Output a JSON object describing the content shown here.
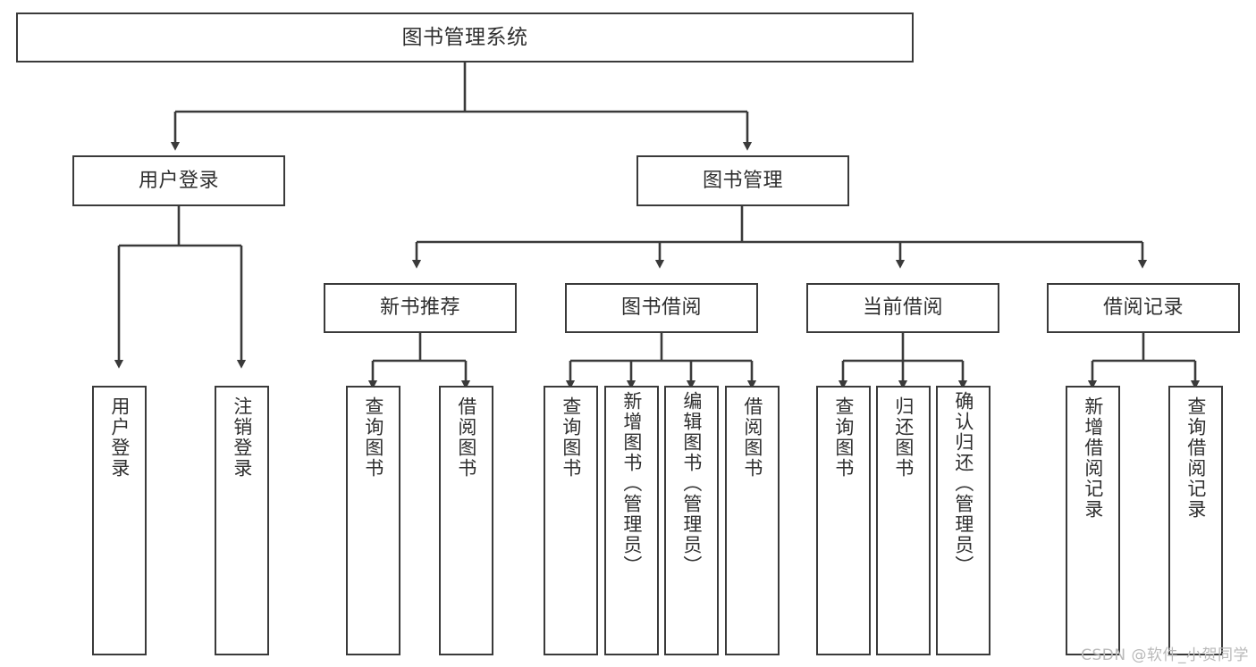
{
  "diagram": {
    "title": "图书管理系统",
    "type": "tree-hierarchy-chart",
    "background_color": "#ffffff",
    "stroke_color": "#3a3a3a",
    "text_color": "#2f2f2f",
    "watermark": "CSDN @软件_小贺同学"
  },
  "nodes": {
    "root": {
      "label": "图书管理系统"
    },
    "level2": [
      {
        "id": "user-login",
        "label": "用户登录"
      },
      {
        "id": "book-management",
        "label": "图书管理"
      }
    ],
    "level3": [
      {
        "id": "new-book-recommend",
        "label": "新书推荐"
      },
      {
        "id": "book-borrow",
        "label": "图书借阅"
      },
      {
        "id": "current-borrow",
        "label": "当前借阅"
      },
      {
        "id": "borrow-record",
        "label": "借阅记录"
      }
    ],
    "leaves": {
      "user_login": [
        {
          "id": "leaf-user-login",
          "label": "用户登录"
        },
        {
          "id": "leaf-logout-login",
          "label": "注销登录"
        }
      ],
      "new_book_recommend": [
        {
          "id": "leaf-query-book-1",
          "label": "查询图书"
        },
        {
          "id": "leaf-borrow-book-1",
          "label": "借阅图书"
        }
      ],
      "book_borrow": [
        {
          "id": "leaf-query-book-2",
          "label": "查询图书"
        },
        {
          "id": "leaf-add-book-admin",
          "label": "新增图书（管理员）"
        },
        {
          "id": "leaf-edit-book-admin",
          "label": "编辑图书（管理员）"
        },
        {
          "id": "leaf-borrow-book-2",
          "label": "借阅图书"
        }
      ],
      "current_borrow": [
        {
          "id": "leaf-query-book-3",
          "label": "查询图书"
        },
        {
          "id": "leaf-return-book",
          "label": "归还图书"
        },
        {
          "id": "leaf-confirm-return-admin",
          "label": "确认归还（管理员）"
        }
      ],
      "borrow_record": [
        {
          "id": "leaf-add-borrow-record",
          "label": "新增借阅记录"
        },
        {
          "id": "leaf-query-borrow-record",
          "label": "查询借阅记录"
        }
      ]
    }
  }
}
